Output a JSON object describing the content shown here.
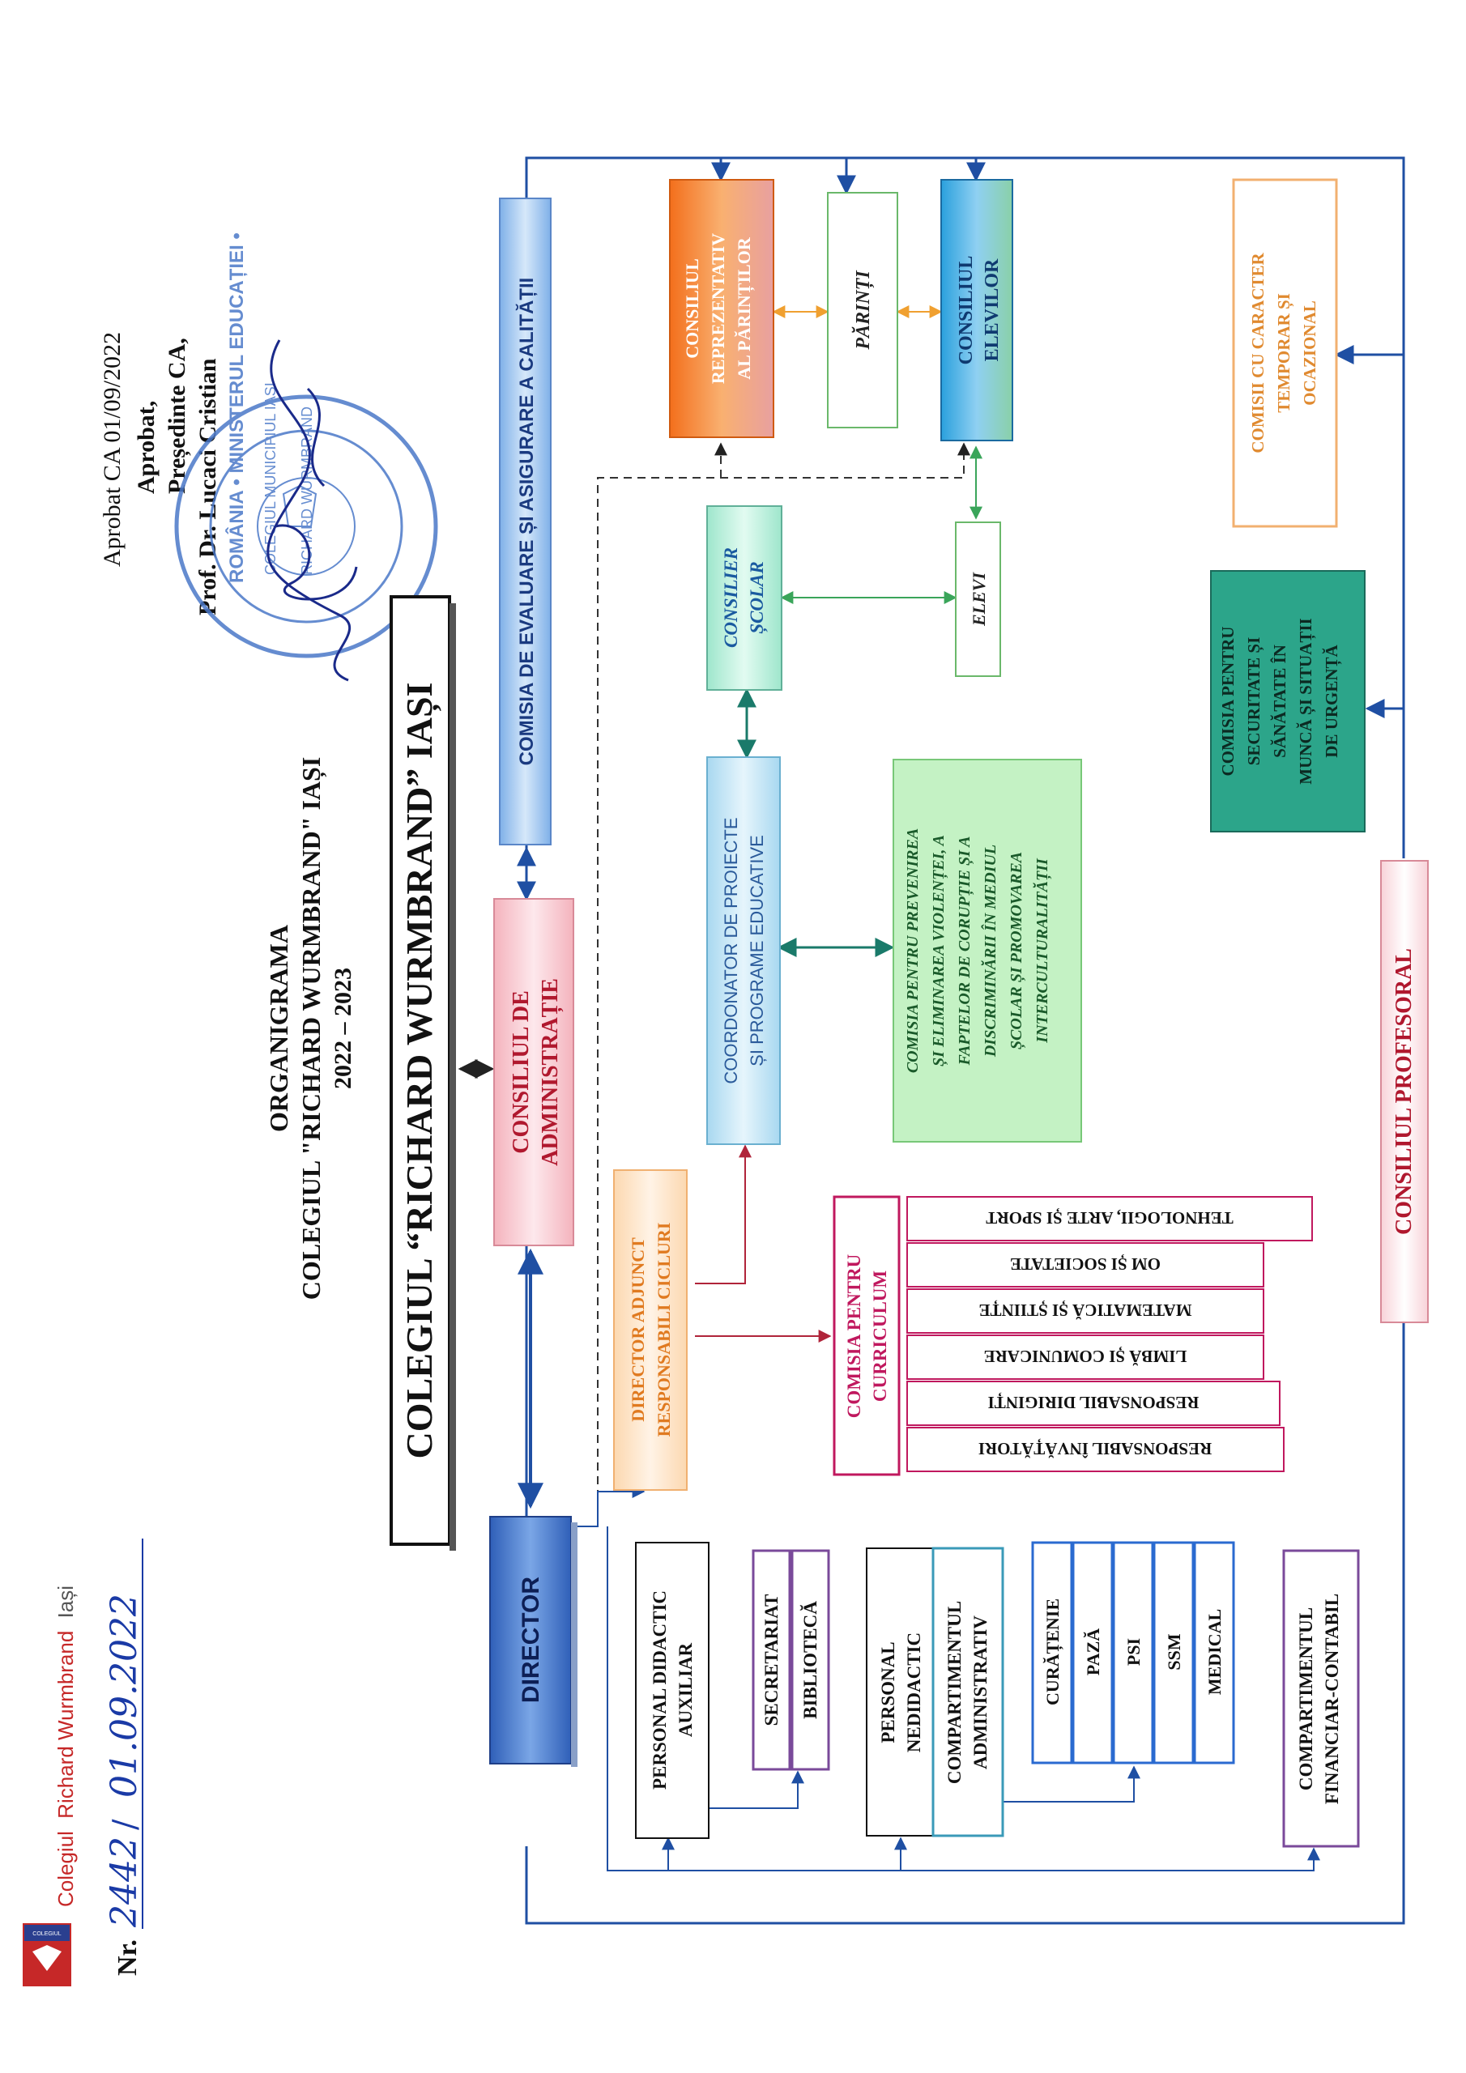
{
  "document": {
    "logo": {
      "college_word": "Colegiul",
      "name_colored": "Richard Wurmbrand",
      "city": "Iași",
      "badge_small": "COLEGIUL"
    },
    "registration": {
      "prefix": "Nr.",
      "number": "2442",
      "separator": "/",
      "date": "01.09.2022"
    },
    "approval": {
      "line1": "Aprobat CA 01/09/2022",
      "line2": "Aprobat,",
      "line3": "Președinte CA,",
      "line4": "Prof. Dr. Lucaci Cristian"
    },
    "stamp": {
      "outer_text": "ROMÂNIA • MINISTERUL EDUCAȚIEI •",
      "inner_text": "COLEGIUL MUNICIPIUL IAȘI",
      "center_text": "RICHARD WURMBRAND"
    },
    "title": {
      "line1": "ORGANIGRAMA",
      "line2": "COLEGIUL \"RICHARD WURMBRAND\" IAȘI",
      "line3": "2022 – 2023"
    },
    "banner": "COLEGIUL “RICHARD WURMBRAND” IAȘI"
  },
  "boxes": {
    "director": "DIRECTOR",
    "consiliul_admin": [
      "CONSILIUL DE",
      "ADMINISTRAȚIE"
    ],
    "comisia_evaluare": "COMISIA DE EVALUARE ȘI ASIGURARE A CALITĂȚII",
    "consiliul_parinti": [
      "CONSILIUL",
      "REPREZENTATIV",
      "AL PĂRINȚILOR"
    ],
    "parinti": "PĂRINȚI",
    "consiliul_elevilor": [
      "CONSILIUL",
      "ELEVILOR"
    ],
    "consilier_scolar": [
      "CONSILIER",
      "ȘCOLAR"
    ],
    "elevi": "ELEVI",
    "coordonator": [
      "COORDONATOR DE PROIECTE",
      "ȘI PROGRAME EDUCATIVE"
    ],
    "comisia_prevenire": [
      "COMISIA PENTRU PREVENIREA",
      "ȘI ELIMINAREA VIOLENȚEI, A",
      "FAPTELOR DE CORUPȚIE ȘI A",
      "DISCRIMINĂRII ÎN MEDIUL",
      "ȘCOLAR ȘI PROMOVAREA",
      "INTERCULTURALITĂȚII"
    ],
    "director_adjunct": [
      "DIRECTOR ADJUNCT",
      "RESPONSABILI CICLURI"
    ],
    "comisia_curriculum": [
      "COMISIA PENTRU",
      "CURRICULUM"
    ],
    "curriculum_items": [
      "TEHNOLOGII, ARTE ȘI SPORT",
      "OM ȘI SOCIETATE",
      "MATEMATICĂ ȘI ȘTIINȚE",
      "LIMBĂ ȘI COMUNICARE",
      "RESPONSABIL DIRIGINȚI",
      "RESPONSABIL ÎNVĂȚĂTORI"
    ],
    "personal_didactic_auxiliar": [
      "PERSONAL DIDACTIC",
      "AUXILIAR"
    ],
    "secretariat": "SECRETARIAT",
    "biblioteca": "BIBLIOTECĂ",
    "personal_nedidactic": [
      "PERSONAL",
      "NEDIDACTIC"
    ],
    "compartimentul_administrativ": [
      "COMPARTIMENTUL",
      "ADMINISTRATIV"
    ],
    "admin_items": [
      "CURĂȚENIE",
      "PAZĂ",
      "PSI",
      "SSM",
      "MEDICAL"
    ],
    "compartimentul_financiar": [
      "COMPARTIMENTUL",
      "FINANCIAR-CONTABIL"
    ],
    "consiliul_profesoral": "CONSILIUL  PROFESORAL",
    "comisia_securitate": [
      "COMISIA PENTRU",
      "SECURITATE ȘI",
      "SĂNĂTATE ÎN",
      "MUNCĂ ȘI SITUAȚII",
      "DE URGENȚĂ"
    ],
    "comisii_temporare": [
      "COMISII CU CARACTER",
      "TEMPORAR ȘI",
      "OCAZIONAL"
    ]
  },
  "colors": {
    "blue_line": "#1f4fa3",
    "red_line": "#b0243a",
    "green_line": "#3aa55a",
    "orange_line": "#f0a030",
    "director_fill": "#4f7fd0",
    "admin_fill": "#f7c9cf",
    "evaluare_fill": "#9ec4ee",
    "parinti_fill": "#f58b2a",
    "elevilor_fill": "#58b0e8",
    "consilier_fill": "#b3ecd8",
    "coordonator_fill": "#bde3f4",
    "prevenire_fill": "#bff0c0",
    "adjunct_fill": "#fde4c8",
    "curriculum_border": "#c0185e",
    "securitate_fill": "#2ca58a",
    "purple_border": "#7a4a9a"
  }
}
